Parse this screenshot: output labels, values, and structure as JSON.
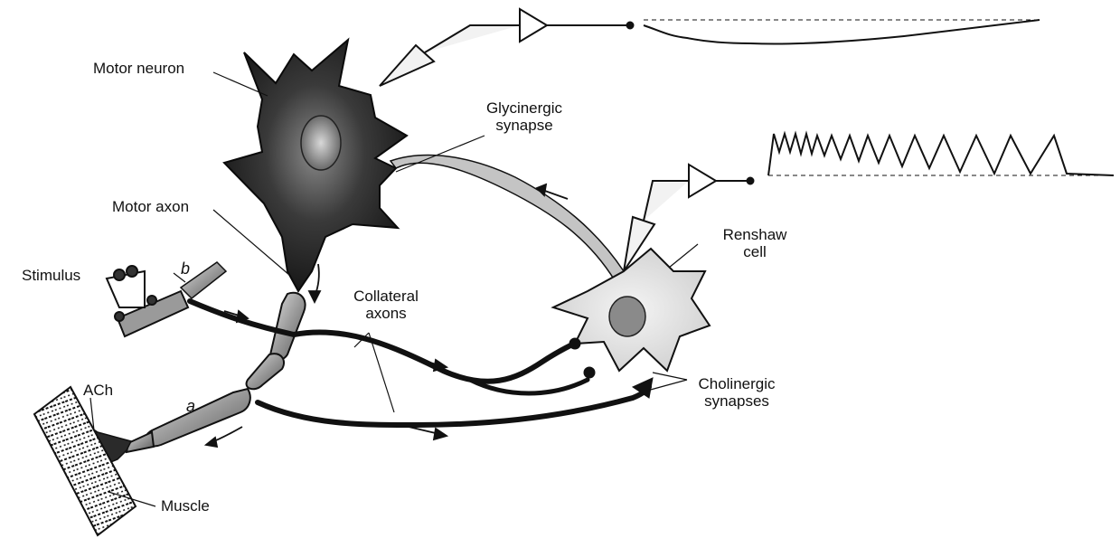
{
  "labels": {
    "motor_neuron": "Motor neuron",
    "glycinergic_1": "Glycinergic",
    "glycinergic_2": "synapse",
    "motor_axon": "Motor axon",
    "stimulus": "Stimulus",
    "renshaw_1": "Renshaw",
    "renshaw_2": "cell",
    "collateral_1": "Collateral",
    "collateral_2": "axons",
    "cholinergic_1": "Cholinergic",
    "cholinergic_2": "synapses",
    "ach": "ACh",
    "muscle": "Muscle",
    "point_a": "a",
    "point_b": "b"
  },
  "colors": {
    "ink": "#111111",
    "neuron_dark": "#1a1a1a",
    "renshaw_fill": "#e6e6e6",
    "axon_fill": "#bdbdbd"
  }
}
